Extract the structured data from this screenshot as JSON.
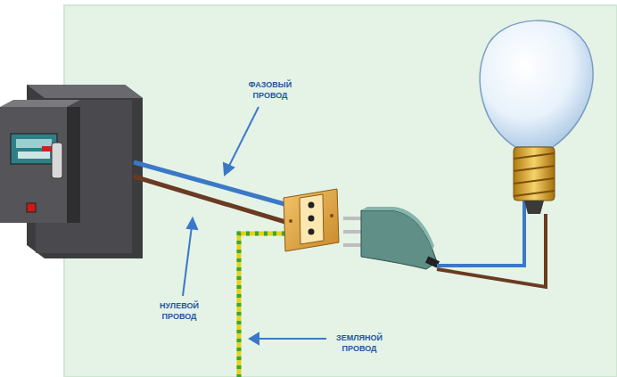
{
  "diagram": {
    "labels": [
      "ФАЗОВЫЙ ПРОВОД",
      "НУЛЕВОЙ ПРОВОД",
      "ЗЕМЛЯНОЙ ПРОВОД"
    ]
  }
}
